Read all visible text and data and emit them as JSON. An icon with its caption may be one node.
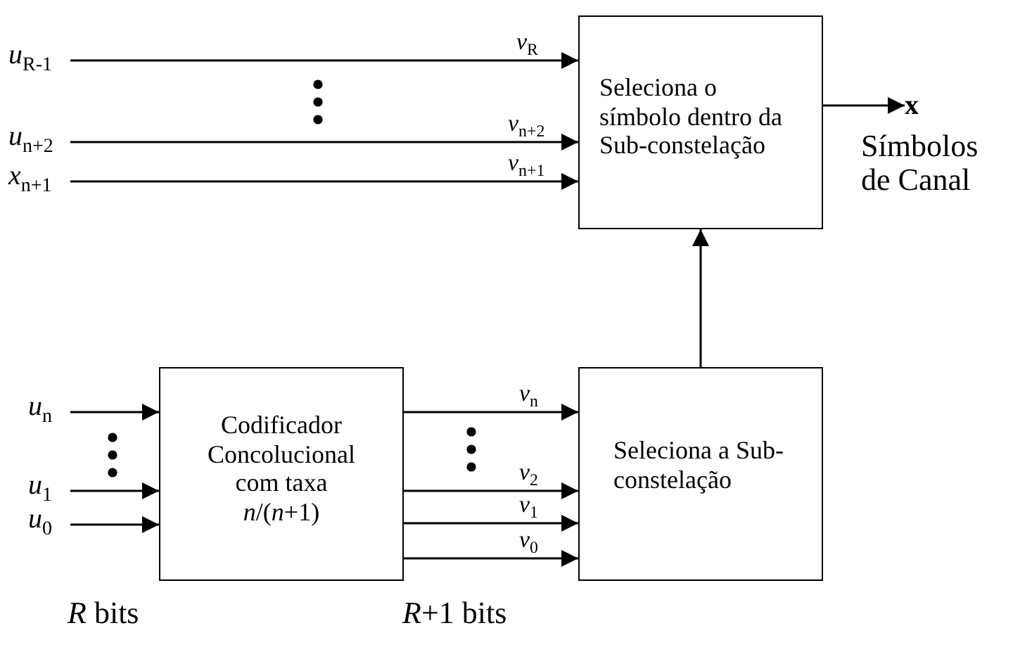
{
  "diagram": {
    "nodes": [
      {
        "text": [
          "Seleciona o símbolo dentro da Sub-constelação"
        ]
      },
      {
        "text": [
          "Codificador Concolucional com taxa *n*/(*n*+1)"
        ]
      },
      {
        "text": [
          "Seleciona a Sub-constelação"
        ]
      },
      {
        "text": [
          "*u*$_{R-1}$"
        ]
      },
      {
        "text": [
          "*u*$_{n+2}$"
        ]
      },
      {
        "text": [
          "*x*$_{n+1}$"
        ]
      },
      {
        "text": [
          "*u*$_{n}$"
        ]
      },
      {
        "text": [
          "*u*$_{1}$"
        ]
      },
      {
        "text": [
          "*u*$_{0}$"
        ]
      },
      {
        "text": [
          "x"
        ],
        "beside": [
          "Símbolos de Canal"
        ]
      }
    ],
    "edges": [
      {
        "from": 3,
        "to": 0,
        "arrow": "to",
        "label": "*v*$_{R}$"
      },
      {
        "from": 4,
        "to": 0,
        "arrow": "to",
        "label": "*v*$_{n+2}$"
      },
      {
        "from": 5,
        "to": 0,
        "arrow": "to",
        "label": "*v*$_{n+1}$"
      },
      {
        "from": 6,
        "to": 1,
        "arrow": "to"
      },
      {
        "from": 7,
        "to": 1,
        "arrow": "to"
      },
      {
        "from": 8,
        "to": 1,
        "arrow": "to"
      },
      {
        "from": 1,
        "to": 2,
        "arrow": "to",
        "label": "*v*$_{n}$"
      },
      {
        "from": 1,
        "to": 2,
        "arrow": "to",
        "label": "*v*$_{2}$"
      },
      {
        "from": 1,
        "to": 2,
        "arrow": "to",
        "label": "*v*$_{1}$"
      },
      {
        "from": 1,
        "to": 2,
        "arrow": "to",
        "label": "*v*$_{0}$"
      },
      {
        "from": 2,
        "to": 0,
        "arrow": "to"
      },
      {
        "from": 0,
        "to": 9,
        "arrow": "to"
      }
    ],
    "labels": [
      "*R* bits",
      "*R*+1 bits"
    ]
  }
}
